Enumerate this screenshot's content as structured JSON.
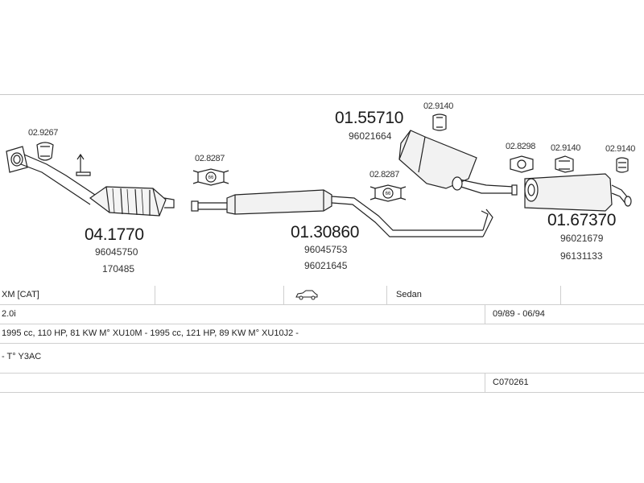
{
  "parts": {
    "front_pipe": {
      "clamp_code": "02.9267"
    },
    "catalyst": {
      "code": "04.1770",
      "oem": [
        "96045750",
        "170485"
      ]
    },
    "middle_muffler": {
      "clamp_code": "02.8287",
      "code": "01.30860",
      "oem": [
        "96045753",
        "96021645"
      ]
    },
    "pre_rear_muffler": {
      "clamp_code": "02.9140",
      "code": "01.55710",
      "oem": [
        "96021664"
      ],
      "mount_code": "02.8287"
    },
    "rear_muffler": {
      "clamp_code_1": "02.8298",
      "clamp_code_2": "02.9140",
      "clamp_code_3": "02.9140",
      "code": "01.67370",
      "oem": [
        "96021679",
        "96131133"
      ]
    }
  },
  "vehicle": {
    "model": "XM  [CAT]",
    "body": "Sedan",
    "engine_size": "2.0i",
    "years": "09/89 - 06/94",
    "engine_desc": "1995 cc, 110 HP, 81 KW M° XU10M - 1995 cc, 121 HP, 89 KW M° XU10J2 -",
    "engine_codes": "- T° Y3AC",
    "ref": "C070261",
    "car_icon": "sedan-car-icon"
  }
}
